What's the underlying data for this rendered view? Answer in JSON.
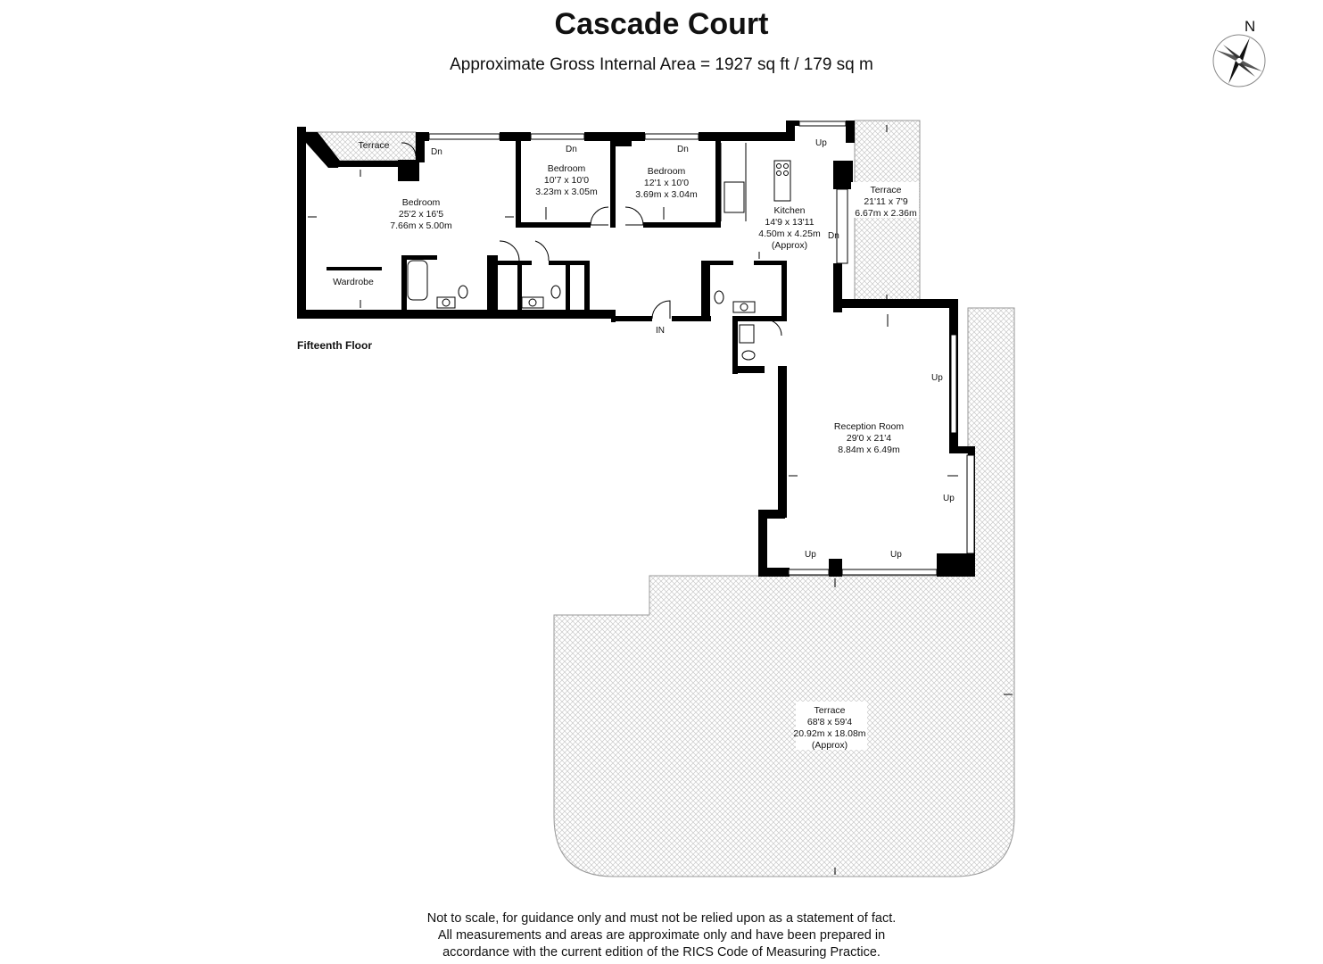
{
  "header": {
    "title": "Cascade Court",
    "subtitle": "Approximate Gross Internal Area = 1927 sq ft / 179 sq m"
  },
  "compass": {
    "label": "N",
    "icon": "compass-rose-icon"
  },
  "floor_label": "Fifteenth Floor",
  "rooms": {
    "terrace_small": {
      "name": "Terrace"
    },
    "bedroom_main": {
      "name": "Bedroom",
      "imperial": "25'2 x 16'5",
      "metric": "7.66m x 5.00m"
    },
    "wardrobe": {
      "name": "Wardrobe"
    },
    "bedroom_2": {
      "name": "Bedroom",
      "imperial": "10'7 x 10'0",
      "metric": "3.23m x 3.05m"
    },
    "bedroom_3": {
      "name": "Bedroom",
      "imperial": "12'1 x 10'0",
      "metric": "3.69m x 3.04m"
    },
    "kitchen": {
      "name": "Kitchen",
      "imperial": "14'9 x 13'11",
      "metric": "4.50m x 4.25m",
      "note": "(Approx)"
    },
    "terrace_side": {
      "name": "Terrace",
      "imperial": "21'11 x 7'9",
      "metric": "6.67m x 2.36m"
    },
    "reception": {
      "name": "Reception Room",
      "imperial": "29'0 x 21'4",
      "metric": "8.84m x 6.49m"
    },
    "terrace_large": {
      "name": "Terrace",
      "imperial": "68'8 x 59'4",
      "metric": "20.92m x 18.08m",
      "note": "(Approx)"
    }
  },
  "markers": {
    "dn": "Dn",
    "up": "Up",
    "entrance": "IN"
  },
  "disclaimer": {
    "line1": "Not to scale, for guidance only and must not be relied upon as a statement of fact.",
    "line2": "All measurements and areas are approximate only and have been prepared in",
    "line3": "accordance with the current edition of the RICS Code of Measuring Practice."
  },
  "colors": {
    "wall": "#000000",
    "terrace_hatch": "#cfcfcf",
    "background": "#ffffff"
  }
}
